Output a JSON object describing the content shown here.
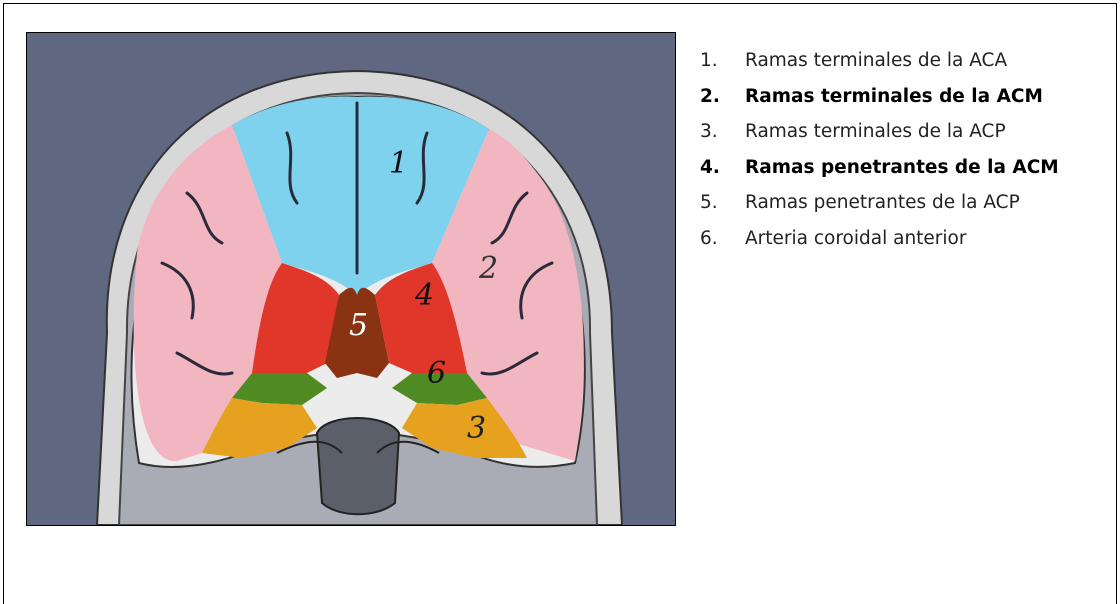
{
  "figure": {
    "region_labels": [
      "1",
      "2",
      "3",
      "4",
      "5",
      "6"
    ],
    "colors": {
      "aca_terminal": "#7fd2ee",
      "acm_terminal": "#f2b6c0",
      "acp_terminal": "#e6a11e",
      "acm_penetrating": "#e1362a",
      "acp_penetrating": "#8a3312",
      "anterior_choroidal": "#4f8a22",
      "background": "#5f6880"
    }
  },
  "legend": {
    "items": [
      {
        "num": "1.",
        "text": "Ramas terminales de la ACA",
        "bold": false
      },
      {
        "num": "2.",
        "text": "Ramas terminales de la ACM",
        "bold": true
      },
      {
        "num": "3.",
        "text": "Ramas terminales de la ACP",
        "bold": false
      },
      {
        "num": "4.",
        "text": "Ramas penetrantes de la ACM",
        "bold": true
      },
      {
        "num": "5.",
        "text": "Ramas penetrantes de la ACP",
        "bold": false
      },
      {
        "num": "6.",
        "text": "Arteria coroidal anterior",
        "bold": false
      }
    ]
  }
}
